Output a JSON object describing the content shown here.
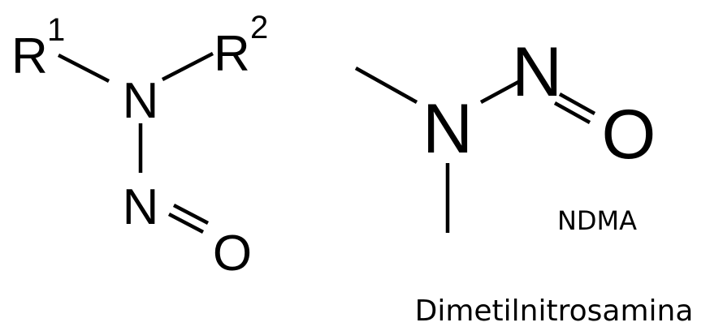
{
  "general_structure": {
    "atoms": {
      "r1": "R",
      "r1_index": "1",
      "r2": "R",
      "r2_index": "2",
      "amine_n": "N",
      "nitroso_n": "N",
      "nitroso_o": "O"
    }
  },
  "ndma_structure": {
    "atoms": {
      "amine_n": "N",
      "nitroso_n": "N",
      "nitroso_o": "O"
    },
    "abbreviation": "NDMA",
    "name": "Dimetilnitrosamina"
  },
  "colors": {
    "ink": "#000000",
    "background": "#ffffff"
  }
}
